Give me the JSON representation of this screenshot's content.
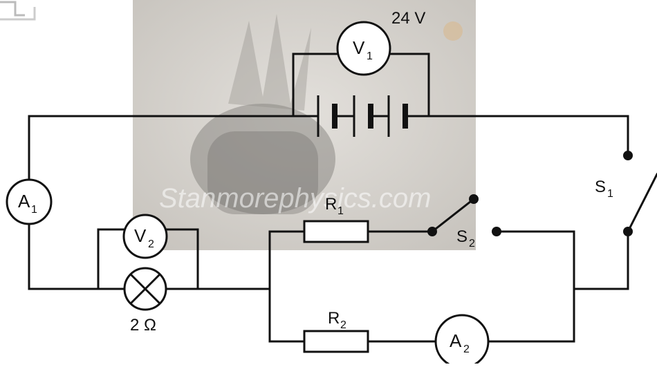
{
  "supply": {
    "voltage_label": "24 V"
  },
  "voltmeters": [
    {
      "letter": "V",
      "sub": "1"
    },
    {
      "letter": "V",
      "sub": "2"
    }
  ],
  "ammeters": [
    {
      "letter": "A",
      "sub": "1"
    },
    {
      "letter": "A",
      "sub": "2"
    }
  ],
  "resistors": [
    {
      "letter": "R",
      "sub": "1"
    },
    {
      "letter": "R",
      "sub": "2"
    }
  ],
  "switches": [
    {
      "letter": "S",
      "sub": "1"
    },
    {
      "letter": "S",
      "sub": "2"
    }
  ],
  "lamp": {
    "resistance_label": "2 Ω"
  },
  "watermark": {
    "text": "Stanmorephysics.com"
  },
  "colors": {
    "wire": "#111111",
    "background": "#ffffff",
    "photo_tint": "#bdb8b0"
  }
}
